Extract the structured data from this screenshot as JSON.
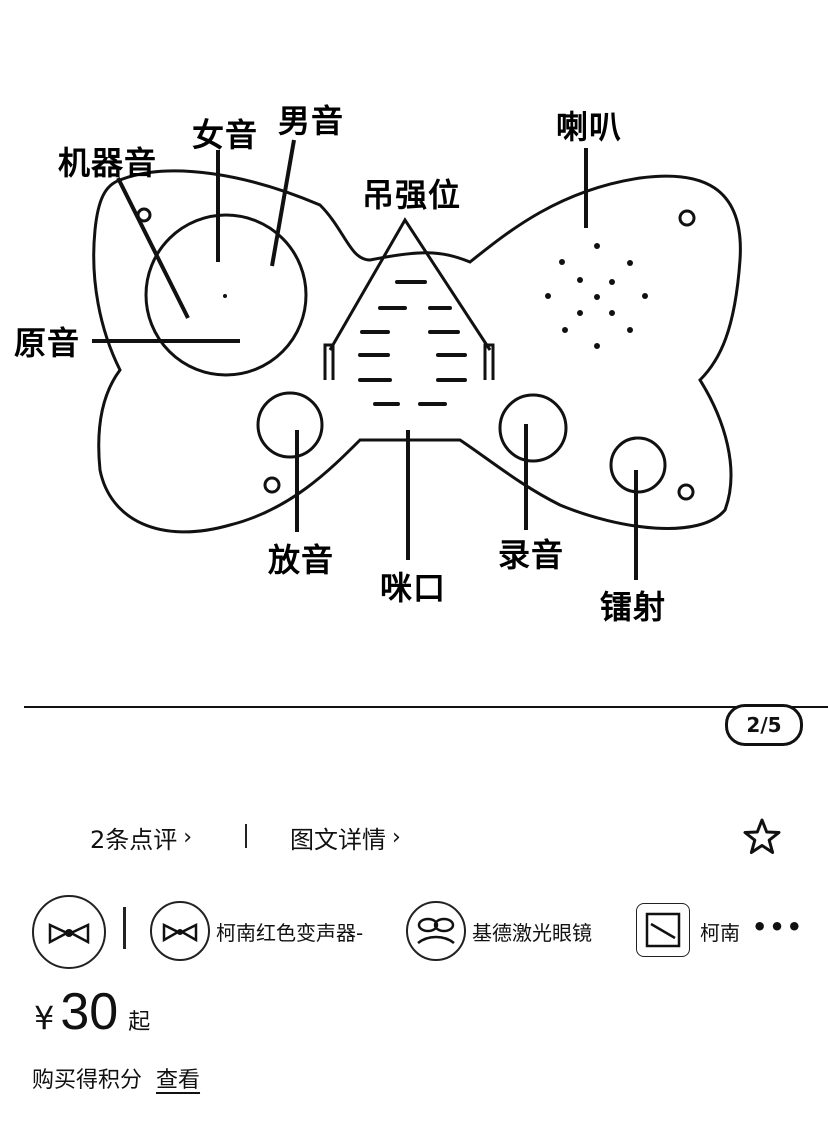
{
  "diagram": {
    "labels": {
      "robot_voice": "机器音",
      "female_voice": "女音",
      "male_voice": "男音",
      "original_voice": "原音",
      "lanyard_hole": "吊强位",
      "speaker": "喇叭",
      "playback": "放音",
      "microphone": "咪口",
      "record": "录音",
      "laser": "镭射"
    }
  },
  "pager": {
    "text": "2/5"
  },
  "tabs": {
    "reviews": "2条点评",
    "details": "图文详情",
    "chevron": "›"
  },
  "variants": {
    "items": [
      {
        "label": ""
      },
      {
        "label": "柯南红色变声器-"
      },
      {
        "label": "基德激光眼镜"
      },
      {
        "label": "柯南"
      }
    ],
    "more": "•••"
  },
  "price": {
    "currency": "¥",
    "amount": "30",
    "suffix": "起"
  },
  "points": {
    "label": "购买得积分",
    "link": "查看"
  },
  "colors": {
    "ink": "#111111",
    "background": "#ffffff"
  }
}
